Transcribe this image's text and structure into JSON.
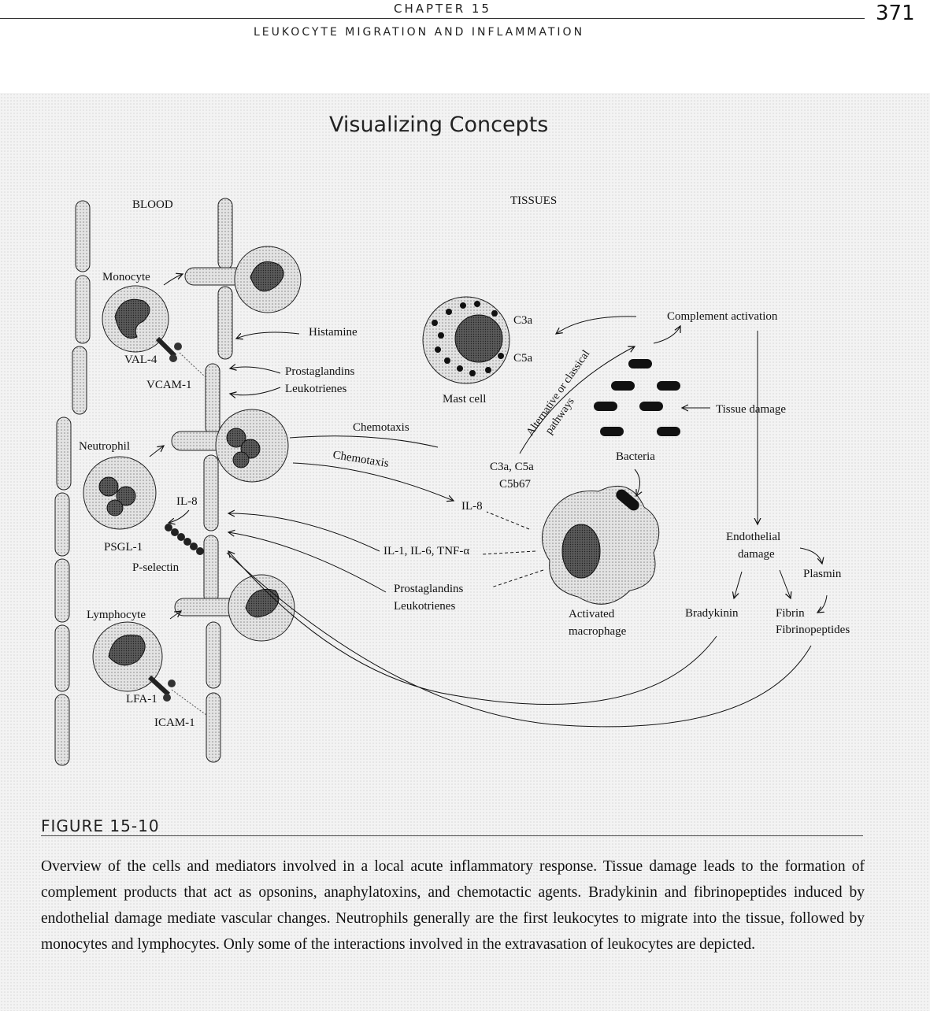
{
  "header": {
    "chapter": "CHAPTER 15",
    "subtitle": "LEUKOCYTE MIGRATION AND INFLAMMATION",
    "page_number": "371"
  },
  "panel": {
    "title": "Visualizing Concepts"
  },
  "figure": {
    "regions": {
      "blood": "BLOOD",
      "tissues": "TISSUES"
    },
    "cells": {
      "monocyte": "Monocyte",
      "neutrophil": "Neutrophil",
      "lymphocyte": "Lymphocyte",
      "mast_cell": "Mast cell",
      "bacteria": "Bacteria",
      "macrophage_line1": "Activated",
      "macrophage_line2": "macrophage"
    },
    "adhesion": {
      "val4": "VAL-4",
      "vcam1": "VCAM-1",
      "il8_left": "IL-8",
      "psgl1": "PSGL-1",
      "pselectin": "P-selectin",
      "lfa1": "LFA-1",
      "icam1": "ICAM-1"
    },
    "mediators": {
      "histamine": "Histamine",
      "prostaglandins_top": "Prostaglandins",
      "leukotrienes_top": "Leukotrienes",
      "chemotaxis_1": "Chemotaxis",
      "chemotaxis_2": "Chemotaxis",
      "il8": "IL-8",
      "il1_il6_tnf": "IL-1, IL-6, TNF-α",
      "prostaglandins_bottom": "Prostaglandins",
      "leukotrienes_bottom": "Leukotrienes",
      "c3a": "C3a",
      "c5a": "C5a",
      "c3a_c5a": "C3a, C5a",
      "c5b67": "C5b67",
      "complement_activation": "Complement activation",
      "pathways_line1": "Alternative or classical",
      "pathways_line2": "pathways",
      "tissue_damage": "Tissue damage",
      "endothelial_line1": "Endothelial",
      "endothelial_line2": "damage",
      "plasmin": "Plasmin",
      "bradykinin": "Bradykinin",
      "fibrin": "Fibrin",
      "fibrinopeptides": "Fibrinopeptides"
    }
  },
  "figure_label": "FIGURE 15-10",
  "caption": "Overview of the cells and mediators involved in a local acute inflammatory response. Tissue damage leads to the formation of complement products that act as opsonins, anaphylatoxins, and chemotactic agents. Bradykinin and fibrinopeptides induced by endothelial damage mediate vascular changes. Neutrophils generally are the first leukocytes to migrate into the tissue, followed by monocytes and lymphocytes. Only some of the interactions involved in the extravasation of leukocytes are depicted."
}
